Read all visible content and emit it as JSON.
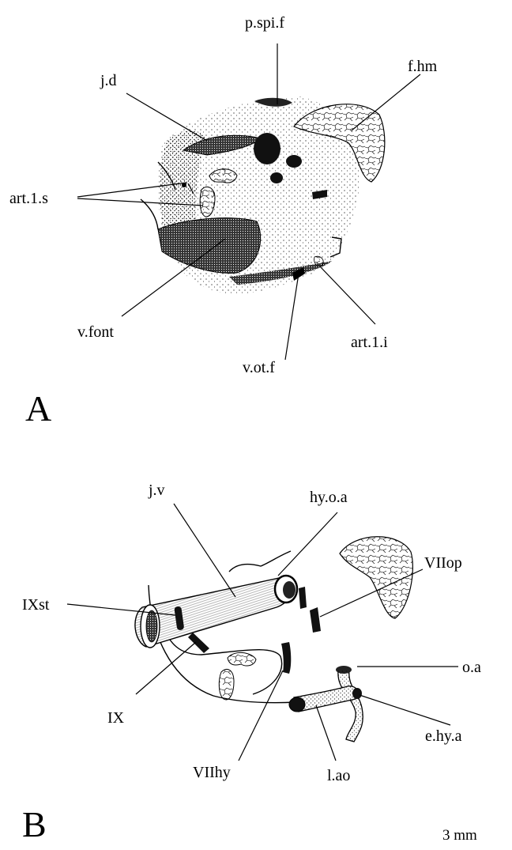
{
  "panels": {
    "a": {
      "letter": "A",
      "labels": {
        "p_spi_f": "p.spi.f",
        "f_hm": "f.hm",
        "j_d": "j.d",
        "art_1_s": "art.1.s",
        "v_font": "v.font",
        "v_ot_f": "v.ot.f",
        "art_1_i": "art.1.i"
      }
    },
    "b": {
      "letter": "B",
      "labels": {
        "hy_o_a": "hy.o.a",
        "j_v": "j.v",
        "ix_st": "IXst",
        "vii_op": "VIIop",
        "o_a": "o.a",
        "ix": "IX",
        "e_hy_a": "e.hy.a",
        "vii_hy": "VIIhy",
        "l_ao": "l.ao"
      }
    }
  },
  "scale_bar": {
    "label": "3 mm"
  },
  "colors": {
    "ink": "#000000",
    "paper": "#ffffff"
  }
}
